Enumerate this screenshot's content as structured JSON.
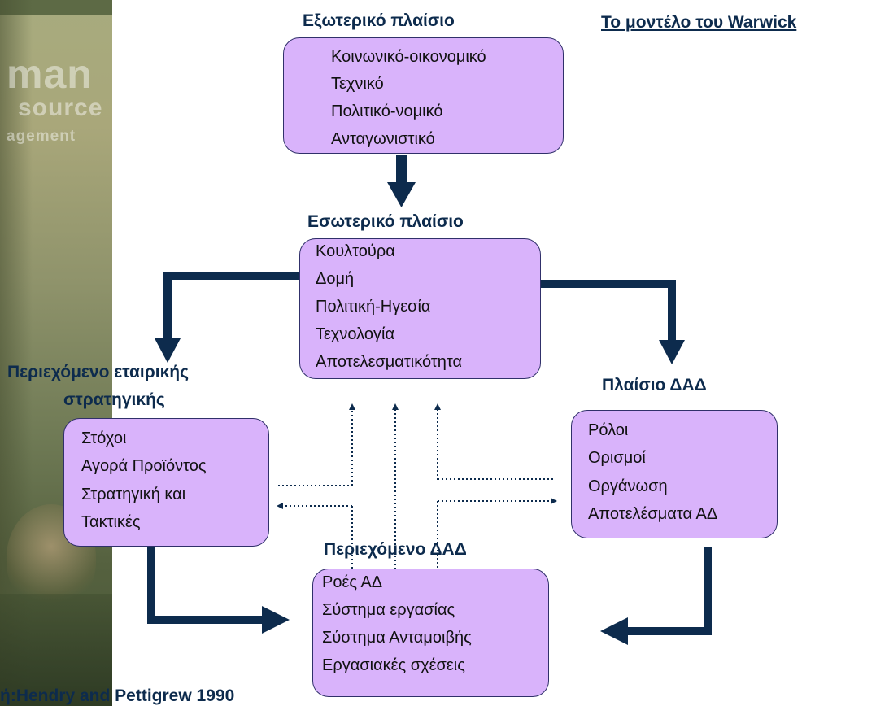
{
  "model_title": "Το μοντέλο του Warwick",
  "logo": {
    "line1": "man",
    "line2": "source",
    "line3": "agement"
  },
  "outer_context": {
    "title": "Εξωτερικό πλαίσιο",
    "items": [
      "Κοινωνικό-οικονομικό",
      "Τεχνικό",
      "Πολιτικό-νομικό",
      "Ανταγωνιστικό"
    ]
  },
  "inner_context": {
    "title": "Εσωτερικό πλαίσιο",
    "items": [
      "Κουλτούρα",
      "Δομή",
      "Πολιτική-Ηγεσία",
      "Τεχνολογία",
      "Αποτελεσματικότητα"
    ]
  },
  "business_strategy": {
    "title_line1": "Περιεχόμενο εταιρικής",
    "title_line2": "στρατηγικής",
    "items": [
      "Στόχοι",
      "Αγορά Προϊόντος",
      "Στρατηγική και",
      "Τακτικές"
    ]
  },
  "hrm_context": {
    "title": "Πλαίσιο ΔΑΔ",
    "items": [
      "Ρόλοι",
      "Ορισμοί",
      "Οργάνωση",
      "Αποτελέσματα ΑΔ"
    ]
  },
  "hrm_content": {
    "title": "Περιεχόμενο ΔΑΔ",
    "items": [
      "Ροές ΑΔ",
      "Σύστημα εργασίας",
      "Σύστημα Ανταμοιβής",
      "Εργασιακές σχέσεις"
    ]
  },
  "source": "ή:Hendry and Pettigrew 1990",
  "colors": {
    "box_fill": "#d9b3fb",
    "box_border": "#30306a",
    "arrow": "#0d2b4d",
    "heading": "#0d2b4d"
  }
}
